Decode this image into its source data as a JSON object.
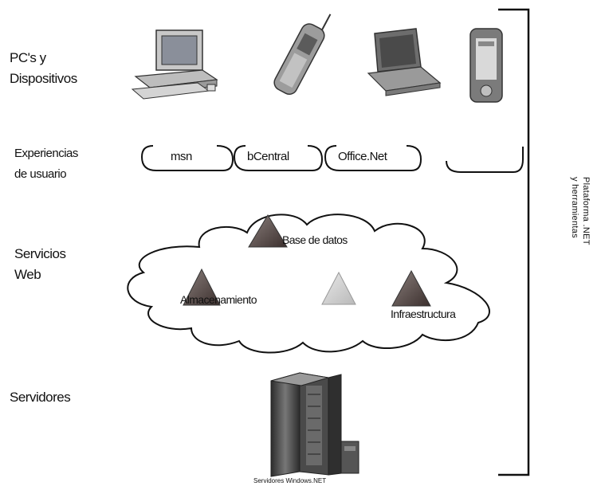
{
  "rows": {
    "devices_label": "PC's y\nDispositivos",
    "experiences_label": "Experiencias\nde usuario",
    "webservices_label": "Servicios\nWeb",
    "servers_label": "Servidores"
  },
  "experiences": [
    {
      "label": "msn"
    },
    {
      "label": "bCentral"
    },
    {
      "label": "Office.Net"
    },
    {
      "label": ""
    }
  ],
  "webservices": {
    "top": "Base de datos",
    "left": "Almacenamiento",
    "right": "Infraestructura"
  },
  "servers_caption": "Servidores Windows.NET",
  "platform_label": "Plataforma .NET\ny herramientas",
  "colors": {
    "triangle_dark": "#5a4a47",
    "triangle_light": "#cfcfcf",
    "stroke": "#111111"
  }
}
